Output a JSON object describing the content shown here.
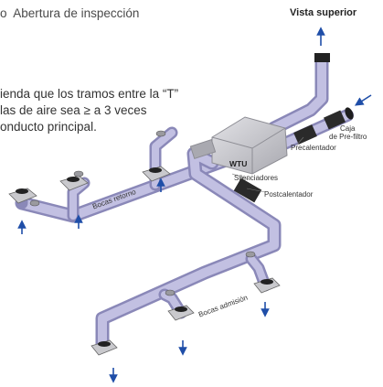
{
  "legend": {
    "symbol_text": "o",
    "label": "Abertura de inspección"
  },
  "note": {
    "line1": "ienda que los tramos entre la “T”",
    "line2": "las de aire sea ≥ a 3 veces",
    "line3": "onducto principal."
  },
  "view_title": "Vista superior",
  "labels": {
    "wtu": "WTU",
    "caja_line1": "Caja",
    "caja_line2": "de Pre-filtro",
    "precalentador": "Precalentador",
    "silenciadores": "Silenciadores",
    "postcalentador": "Postcalentador",
    "bocas_retorno": "Bocas retorno",
    "bocas_admision": "Bocas admisión"
  },
  "colors": {
    "pipe": "#b4b2d6",
    "pipe_shadow": "#8a88b8",
    "unit_body": "#c9c9cd",
    "silencer": "#2a2a2a",
    "arrow": "#1f4ea8",
    "text": "#333333"
  },
  "icons": {
    "airflow_arrow": "arrow-icon",
    "terminal": "air-terminal-icon"
  }
}
